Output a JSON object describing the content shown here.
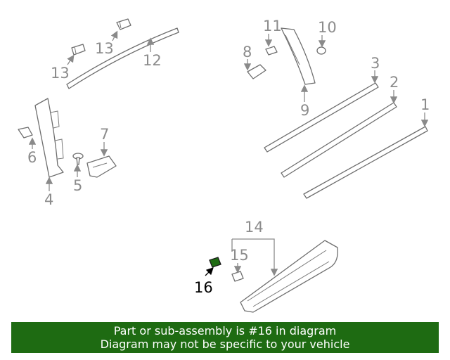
{
  "callouts": {
    "c1": "1",
    "c2": "2",
    "c3": "3",
    "c4": "4",
    "c5": "5",
    "c6": "6",
    "c7": "7",
    "c8": "8",
    "c9": "9",
    "c10": "10",
    "c11": "11",
    "c12": "12",
    "c13a": "13",
    "c13b": "13",
    "c14": "14",
    "c15": "15",
    "c16": "16"
  },
  "highlight": {
    "part_number": "16",
    "color": "#1e6b12"
  },
  "banner": {
    "line1": "Part or sub-assembly is #16 in diagram",
    "line2": "Diagram may not be specific to your vehicle",
    "background": "#1e6b12"
  }
}
